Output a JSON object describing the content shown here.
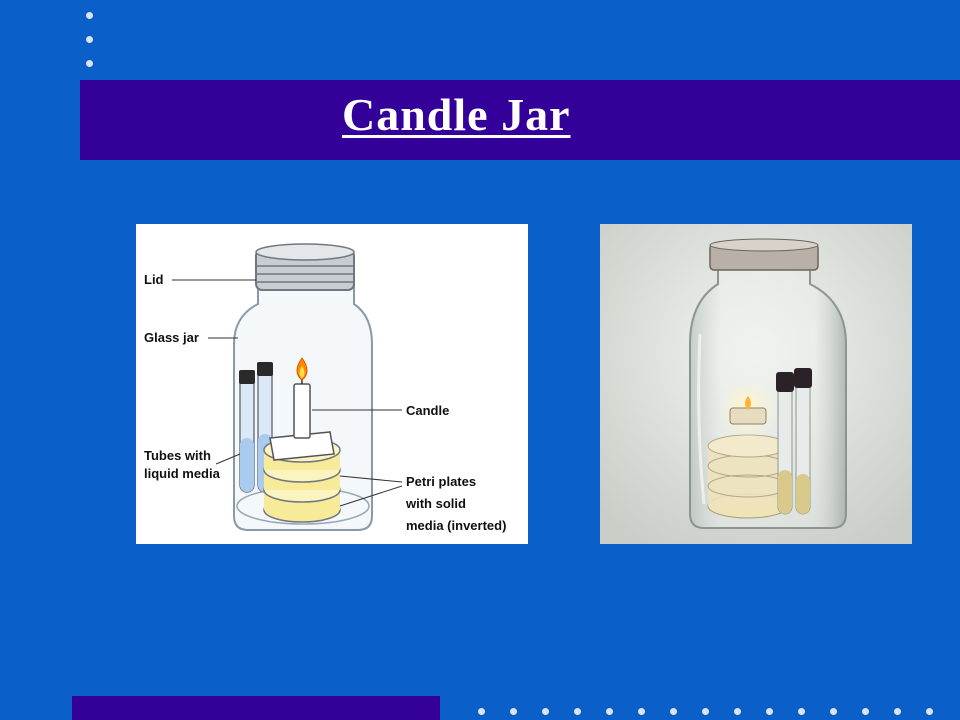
{
  "slide": {
    "title": "Candle Jar"
  },
  "diagram": {
    "labels": {
      "lid": "Lid",
      "glass_jar": "Glass jar",
      "tubes_line1": "Tubes with",
      "tubes_line2": "liquid media",
      "candle": "Candle",
      "petri_line1": "Petri plates",
      "petri_line2": "with solid",
      "petri_line3": "media (inverted)"
    }
  },
  "colors": {
    "background": "#0a5fc9",
    "title_band": "#330099",
    "title_text": "#ffffff",
    "media_yellow": "#f7eb9a"
  }
}
